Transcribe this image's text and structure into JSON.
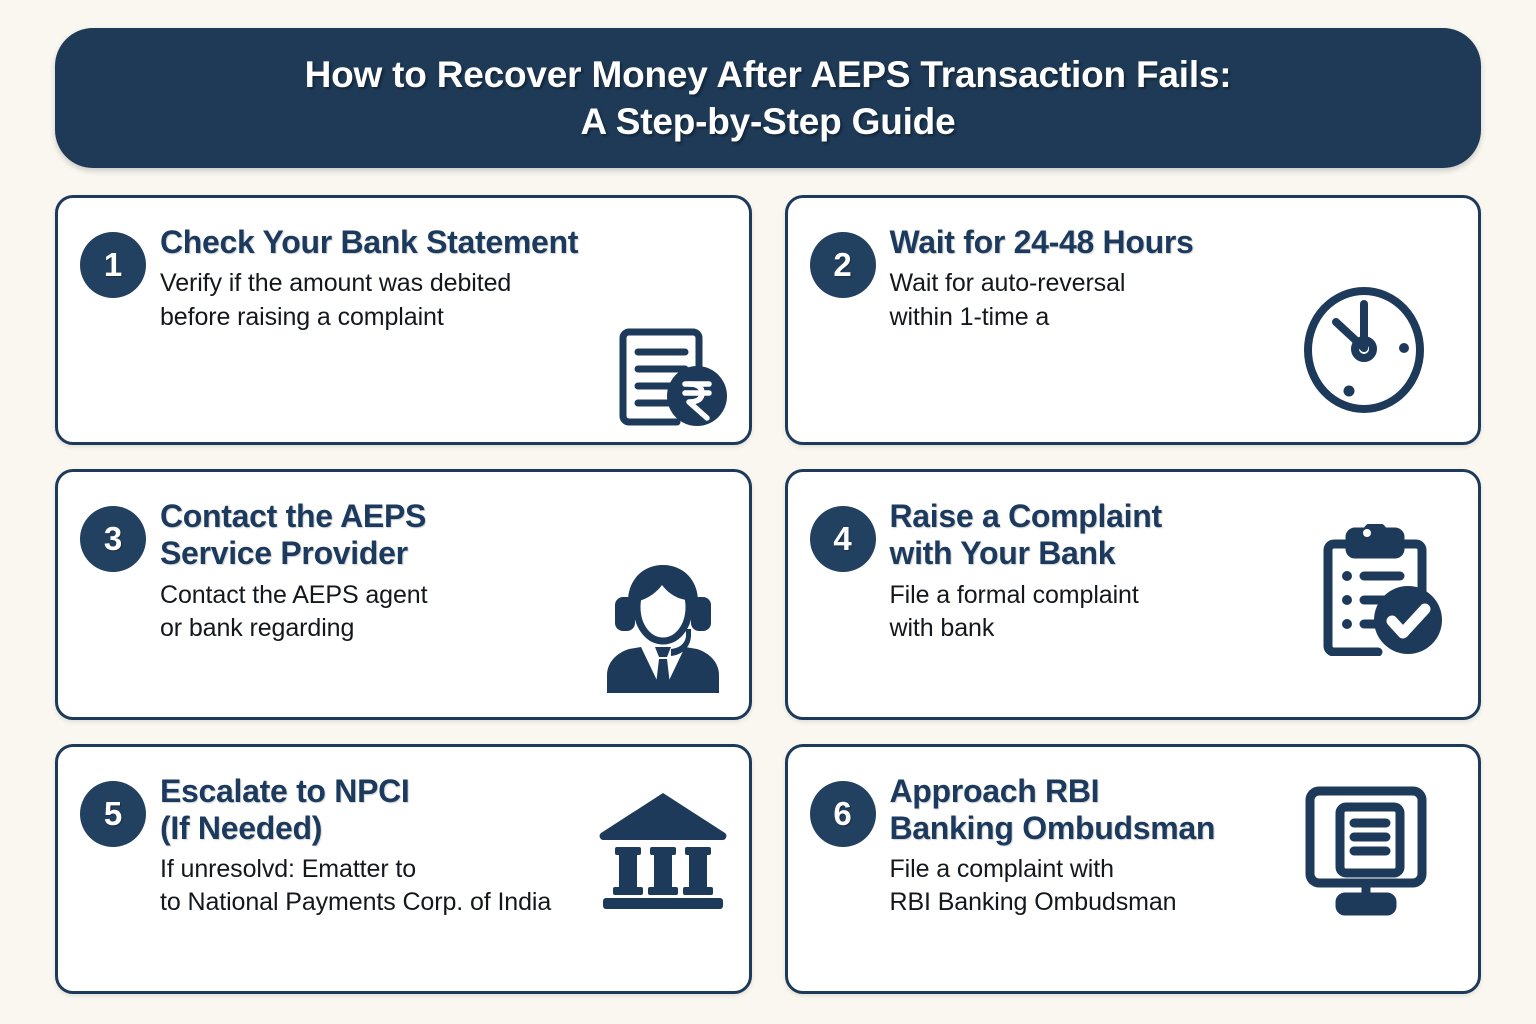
{
  "title": {
    "line1": "How to Recover Money After AEPS Transaction Fails:",
    "line2": "A Step-by-Step Guide"
  },
  "colors": {
    "background": "#f9f7f0",
    "navy": "#1e3a5a",
    "banner": "#1e3a57",
    "card_fill": "#ffffff",
    "title_text": "#1b3a5e",
    "body_text": "#14181d"
  },
  "steps": [
    {
      "number": "1",
      "title": "Check Your Bank Statement",
      "description": "Verify if the amount was debited\nbefore raising a complaint",
      "icon": "document-rupee-icon"
    },
    {
      "number": "2",
      "title": "Wait for 24-48 Hours",
      "description": "Wait for auto-reversal\nwithin 1-time a",
      "icon": "clock-icon"
    },
    {
      "number": "3",
      "title": "Contact the AEPS\nService Provider",
      "description": "Contact the AEPS agent\nor bank regarding",
      "icon": "support-agent-icon"
    },
    {
      "number": "4",
      "title": "Raise a Complaint\nwith Your Bank",
      "description": "File a formal complaint\nwith bank",
      "icon": "clipboard-check-icon"
    },
    {
      "number": "5",
      "title": "Escalate to NPCI\n(If Needed)",
      "description": "If unresolvd: Ematter to\nto National Payments Corp. of India",
      "icon": "bank-building-icon"
    },
    {
      "number": "6",
      "title": "Approach RBI\nBanking Ombudsman",
      "description": "File a complaint with\nRBI Banking Ombudsman",
      "icon": "monitor-document-icon"
    }
  ]
}
